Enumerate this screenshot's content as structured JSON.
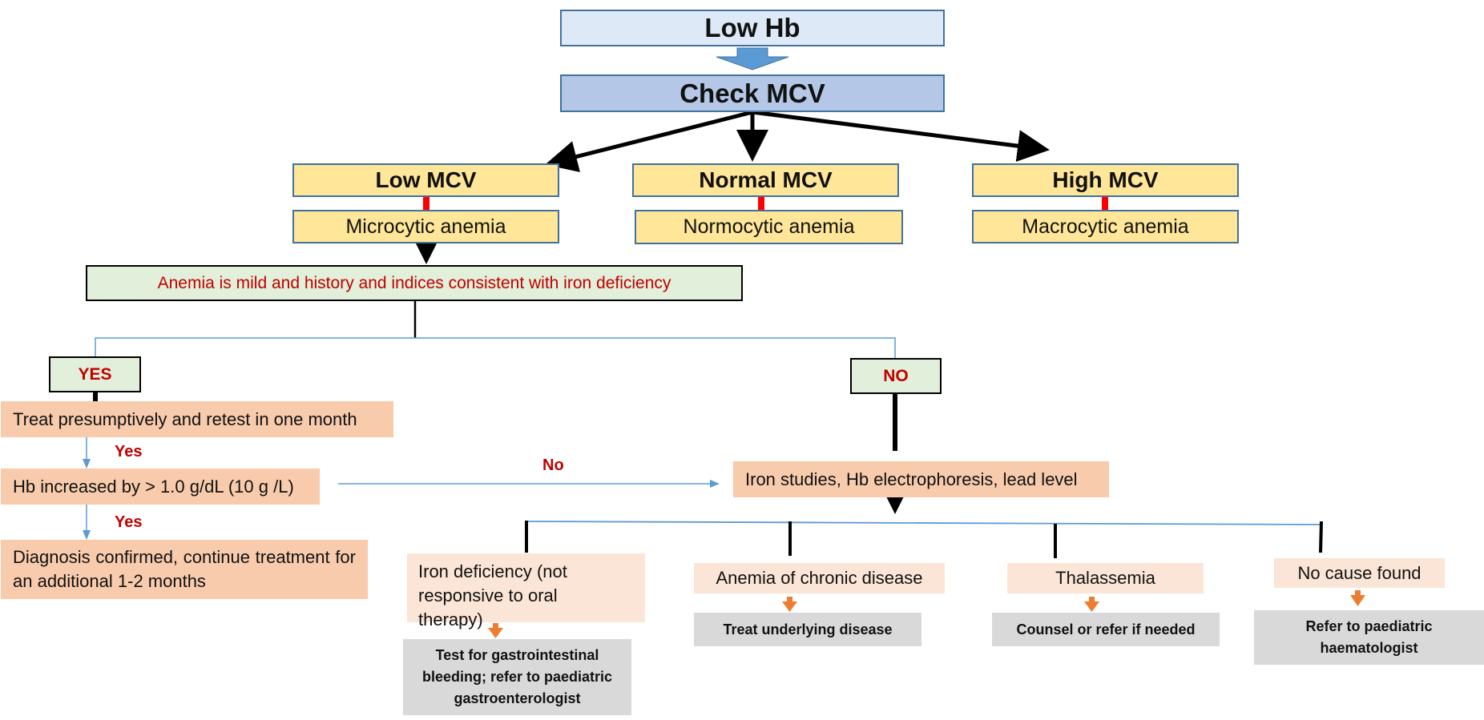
{
  "title": "Low Hb",
  "step_check": "Check MCV",
  "mcv_branches": [
    {
      "label": "Low MCV",
      "type": "Microcytic anemia"
    },
    {
      "label": "Normal MCV",
      "type": "Normocytic anemia"
    },
    {
      "label": "High MCV",
      "type": "Macrocytic anemia"
    }
  ],
  "question": "Anemia is mild and history and indices consistent with iron deficiency",
  "yes_label": "YES",
  "no_label": "NO",
  "yes_path": {
    "treat": "Treat presumptively and retest in one month",
    "yes1": "Yes",
    "hb_increase": "Hb increased by > 1.0 g/dL (10 g /L)",
    "yes2": "Yes",
    "confirmed": "Diagnosis confirmed, continue treatment for an additional 1-2 months",
    "no_link": "No"
  },
  "no_path": {
    "studies": "Iron studies, Hb electrophoresis, lead level",
    "outcomes": [
      {
        "cause": "Iron deficiency (not responsive to oral therapy)",
        "action": "Test for gastrointestinal bleeding; refer to paediatric gastroenterologist"
      },
      {
        "cause": "Anemia of chronic disease",
        "action": "Treat underlying disease"
      },
      {
        "cause": "Thalassemia",
        "action": "Counsel or refer if needed"
      },
      {
        "cause": "No cause found",
        "action": "Refer to paediatric haematologist"
      }
    ]
  },
  "colors": {
    "border_blue": "#41719c",
    "connector_blue": "#5b9bd5",
    "arrow_orange": "#ed7d31",
    "label_red": "#c00000",
    "marker_red": "#ff0000"
  }
}
